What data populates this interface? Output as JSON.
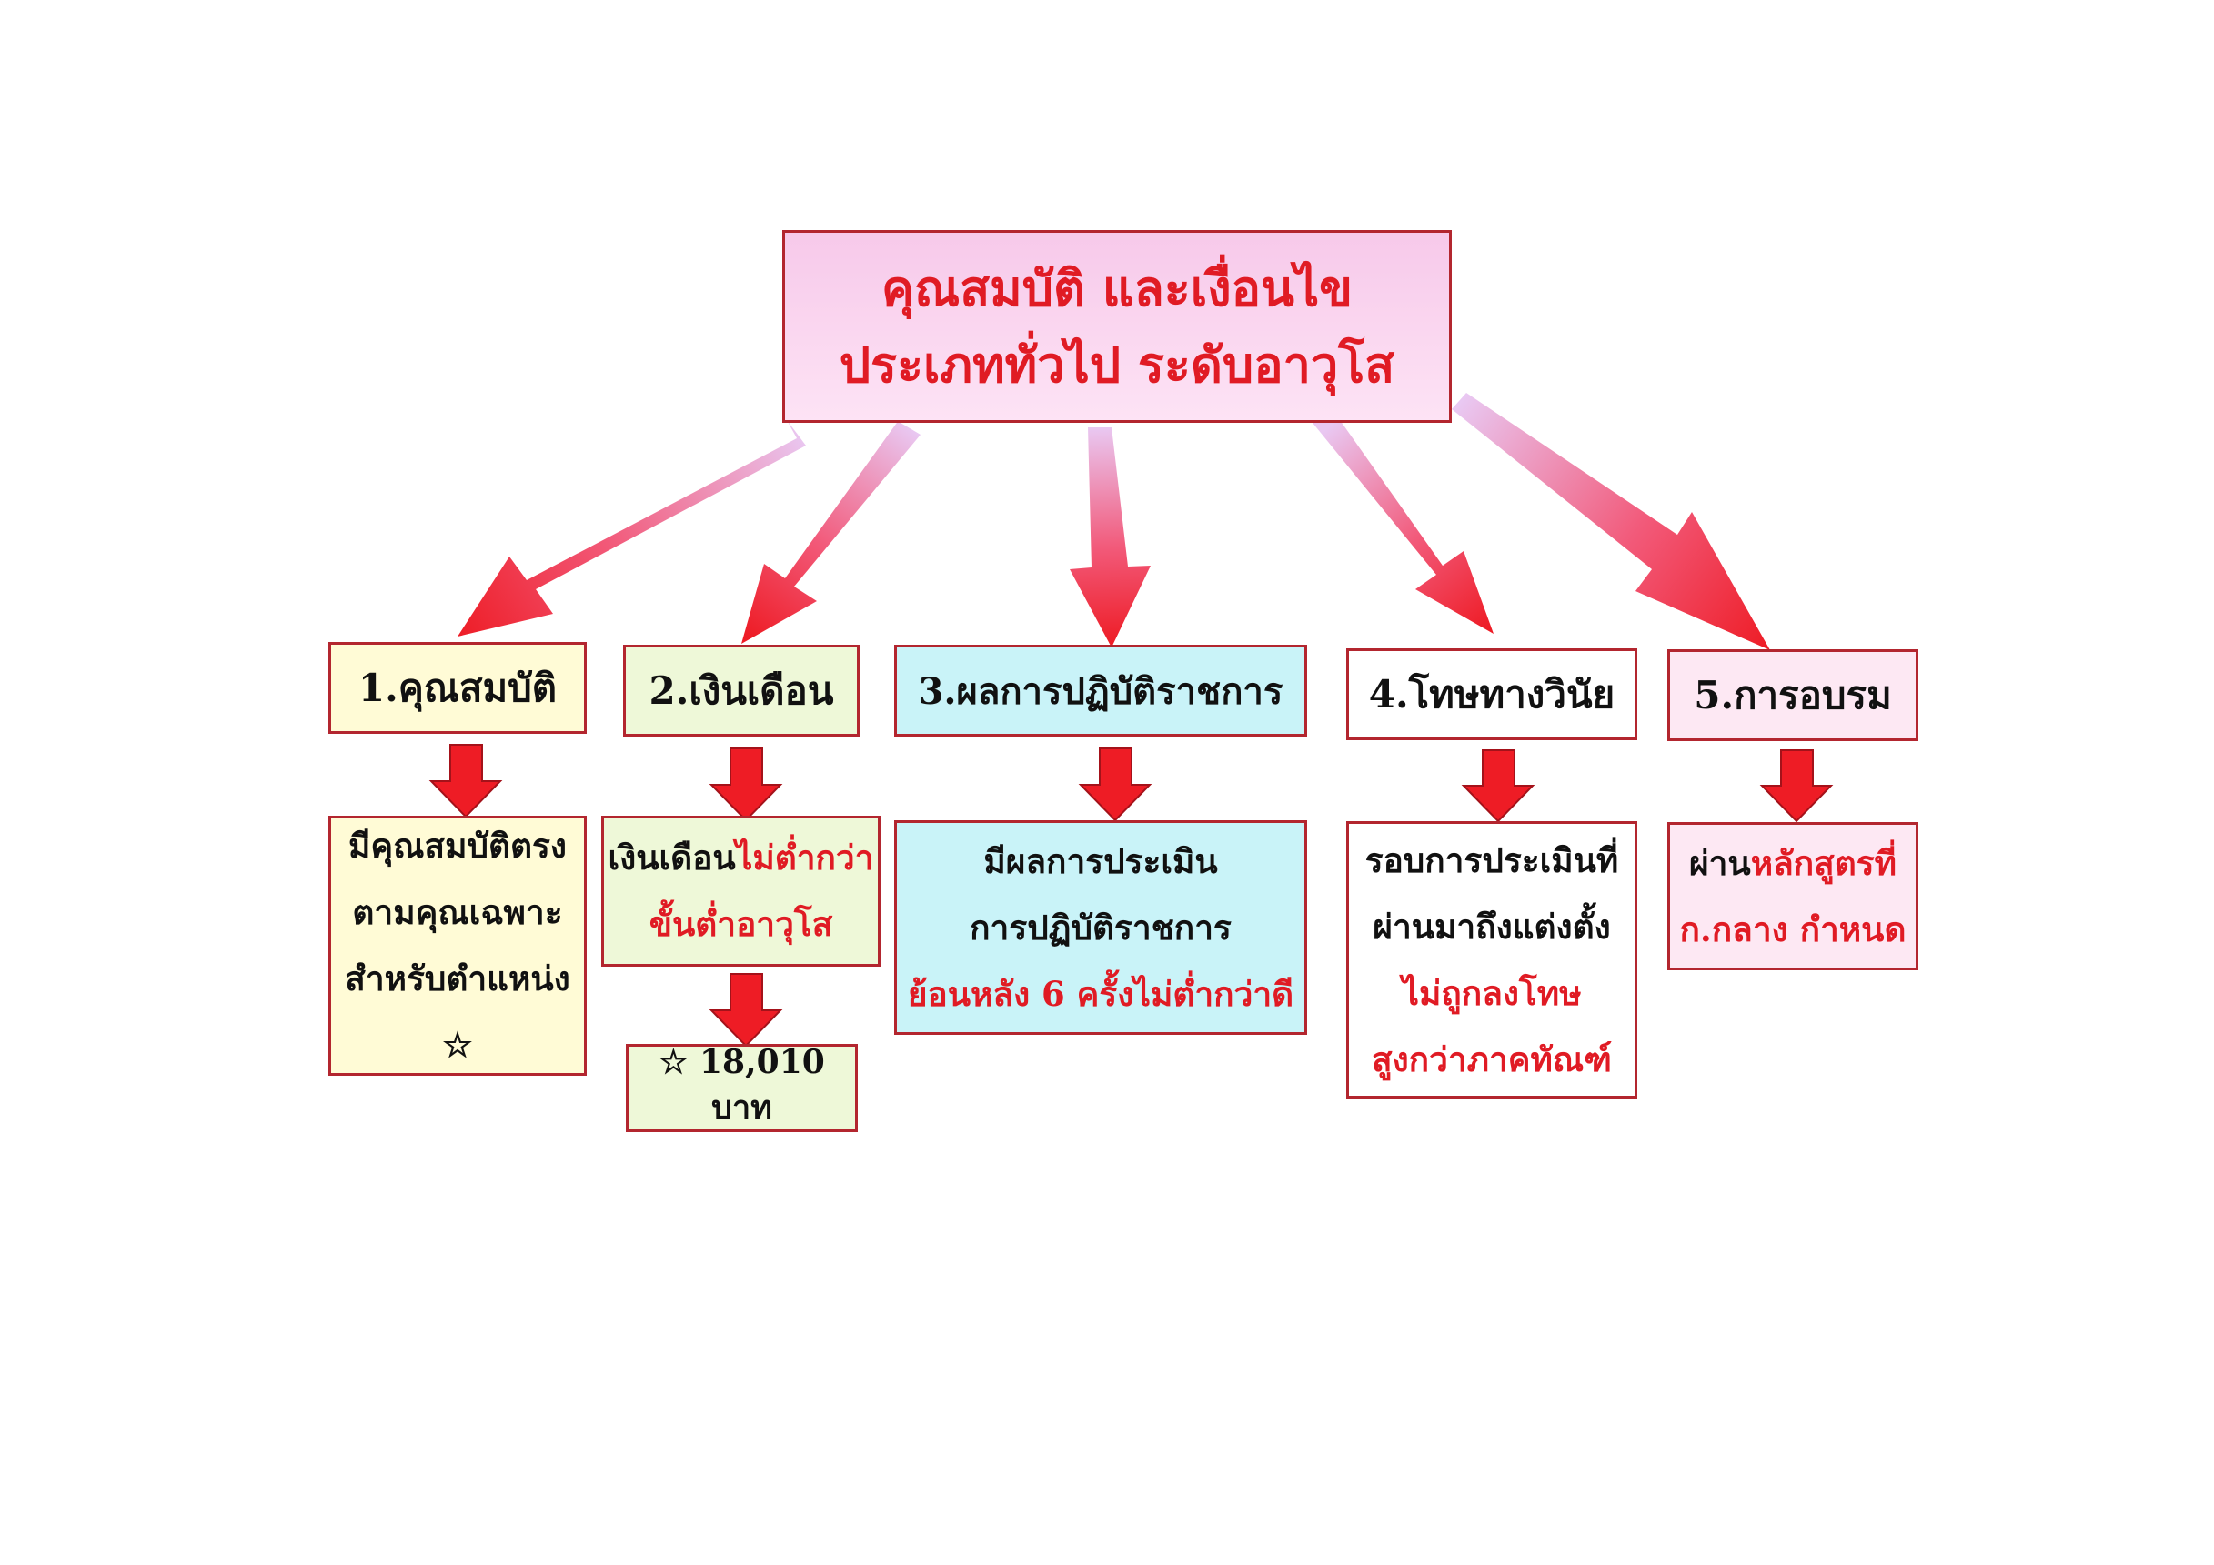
{
  "title": {
    "line1": "คุณสมบัติ และเงื่อนไข",
    "line2": "ประเภททั่วไป ระดับอาวุโส"
  },
  "columns": [
    {
      "heading": "1.คุณสมบัติ",
      "body": [
        {
          "black": "มีคุณสมบัติตรง",
          "red": ""
        },
        {
          "black": "ตามคุณเฉพาะ",
          "red": ""
        },
        {
          "black": "สำหรับตำแหน่ง",
          "red": ""
        },
        {
          "black": "☆",
          "red": ""
        }
      ]
    },
    {
      "heading": "2.เงินเดือน",
      "body": [
        {
          "black": "เงินเดือน",
          "red": "ไม่ต่ำกว่า"
        },
        {
          "black": "",
          "red": "ขั้นต่ำอาวุโส"
        }
      ],
      "extra": "☆ 18,010 บาท"
    },
    {
      "heading": "3.ผลการปฏิบัติราชการ",
      "body": [
        {
          "black": "มีผลการประเมิน",
          "red": ""
        },
        {
          "black": "การปฏิบัติราชการ",
          "red": ""
        },
        {
          "black": "",
          "red": "ย้อนหลัง 6 ครั้งไม่ต่ำกว่าดี"
        }
      ]
    },
    {
      "heading": "4.โทษทางวินัย",
      "body": [
        {
          "black": "รอบการประเมินที่",
          "red": ""
        },
        {
          "black": "ผ่านมาถึงแต่งตั้ง",
          "red": ""
        },
        {
          "black": "",
          "red": "ไม่ถูกลงโทษ"
        },
        {
          "black": "",
          "red": "สูงกว่าภาคทัณฑ์"
        }
      ]
    },
    {
      "heading": "5.การอบรม",
      "body": [
        {
          "black": "ผ่าน",
          "red": "หลักสูตรที่"
        },
        {
          "black": "",
          "red": "ก.กลาง กำหนด"
        }
      ]
    }
  ],
  "colors": {
    "arrow_red": "#ee1c25",
    "arrow_fade": "#e9c8f2",
    "border": "#b3262f"
  }
}
